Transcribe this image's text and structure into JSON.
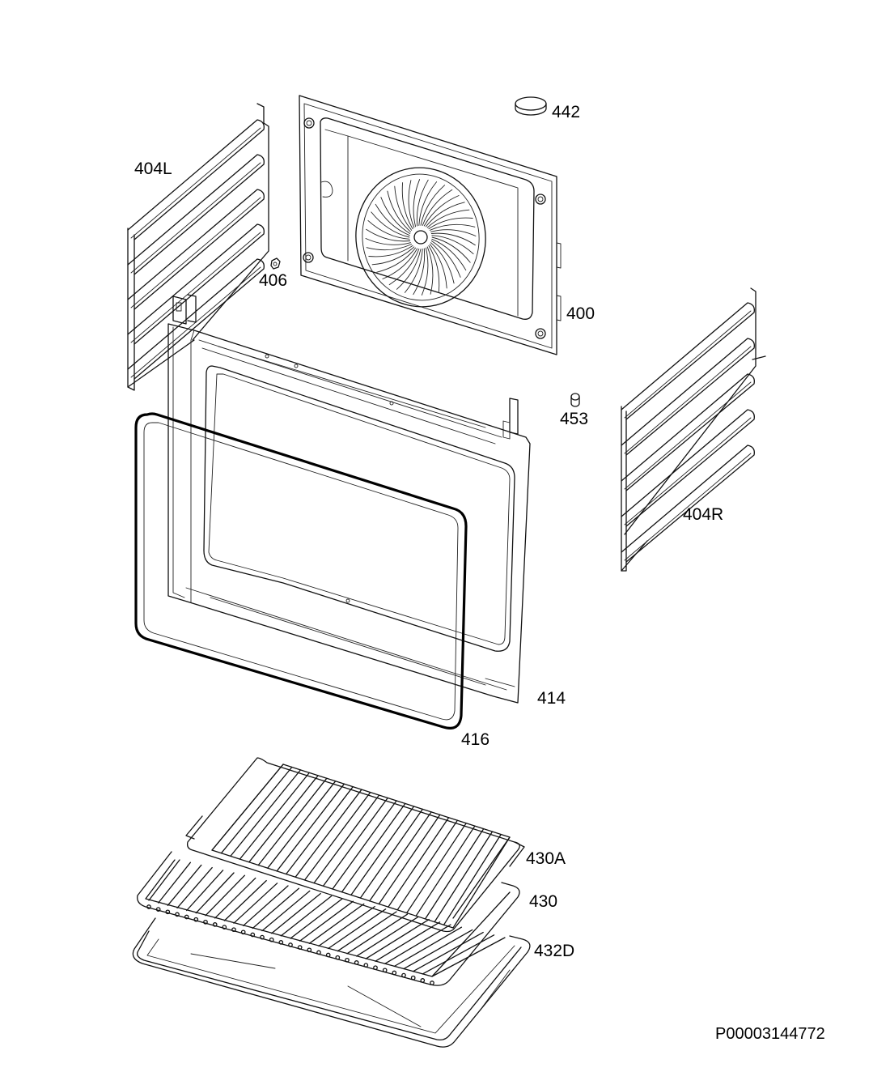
{
  "diagram": {
    "parts": [
      {
        "id": "442",
        "name": "bulb-cover"
      },
      {
        "id": "404L",
        "name": "left-shelf-support"
      },
      {
        "id": "406",
        "name": "screw"
      },
      {
        "id": "400",
        "name": "back-panel-fan-cover"
      },
      {
        "id": "453",
        "name": "plug"
      },
      {
        "id": "404R",
        "name": "right-shelf-support"
      },
      {
        "id": "414",
        "name": "door-frame"
      },
      {
        "id": "416",
        "name": "door-gasket"
      },
      {
        "id": "430A",
        "name": "wire-rack"
      },
      {
        "id": "430",
        "name": "grid-shelf"
      },
      {
        "id": "432D",
        "name": "baking-tray"
      }
    ],
    "document_code": "P00003144772"
  },
  "colors": {
    "line": "#111111",
    "background": "#ffffff"
  }
}
